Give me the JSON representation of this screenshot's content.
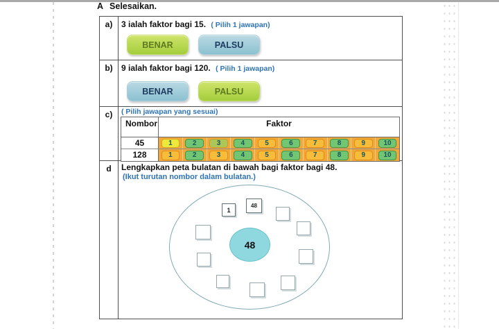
{
  "page": {
    "section_letter": "A",
    "title": "Selesaikan."
  },
  "colors": {
    "hint_blue": "#2e74b5",
    "benar_green": "#a3cd3d",
    "palsu_blue": "#8cc1d1",
    "chip_orange": "#f6bc3a",
    "chip_green": "#72c673",
    "chip_yellow": "#ece93c",
    "chip_olive": "#adc658",
    "strip_orange": "#f2a838",
    "center_circle_cyan": "#8fd8df"
  },
  "sections": {
    "a": {
      "label": "a)",
      "question": "3 ialah faktor bagi 15.",
      "hint": "( Pilih 1 jawapan)",
      "buttons": [
        {
          "label": "BENAR",
          "color": "green"
        },
        {
          "label": "PALSU",
          "color": "blue"
        }
      ]
    },
    "b": {
      "label": "b)",
      "question": "9 ialah faktor bagi 120.",
      "hint": "( Pilih 1 jawapan)",
      "buttons": [
        {
          "label": "BENAR",
          "color": "blue"
        },
        {
          "label": "PALSU",
          "color": "green"
        }
      ]
    },
    "c": {
      "label": "c)",
      "hint": "( Pilih  jawapan yang sesuai)",
      "table": {
        "col_number": "Nombor",
        "col_factor": "Faktor",
        "rows": [
          {
            "number": "45",
            "chips": [
              {
                "value": "1",
                "color": "yellow"
              },
              {
                "value": "2",
                "color": "green"
              },
              {
                "value": "3",
                "color": "olive"
              },
              {
                "value": "4",
                "color": "green"
              },
              {
                "value": "5",
                "color": "orange"
              },
              {
                "value": "6",
                "color": "green"
              },
              {
                "value": "7",
                "color": "orange"
              },
              {
                "value": "8",
                "color": "green"
              },
              {
                "value": "9",
                "color": "orange"
              },
              {
                "value": "10",
                "color": "green"
              }
            ]
          },
          {
            "number": "128",
            "chips": [
              {
                "value": "1",
                "color": "orange"
              },
              {
                "value": "2",
                "color": "green"
              },
              {
                "value": "3",
                "color": "orange"
              },
              {
                "value": "4",
                "color": "green"
              },
              {
                "value": "5",
                "color": "orange"
              },
              {
                "value": "6",
                "color": "green"
              },
              {
                "value": "7",
                "color": "orange"
              },
              {
                "value": "8",
                "color": "green"
              },
              {
                "value": "9",
                "color": "orange"
              },
              {
                "value": "10",
                "color": "green"
              }
            ]
          }
        ]
      }
    },
    "d": {
      "label": "d",
      "question": "Lengkapkan peta bulatan di bawah bagi faktor bagi 48.",
      "hint": "(Ikut turutan nombor dalam bulatan.)",
      "diagram": {
        "center_value": "48",
        "boxes": [
          {
            "value": "1"
          },
          {
            "value": "48"
          },
          {
            "value": ""
          },
          {
            "value": ""
          },
          {
            "value": ""
          },
          {
            "value": ""
          },
          {
            "value": ""
          },
          {
            "value": ""
          },
          {
            "value": ""
          },
          {
            "value": ""
          }
        ]
      }
    }
  }
}
